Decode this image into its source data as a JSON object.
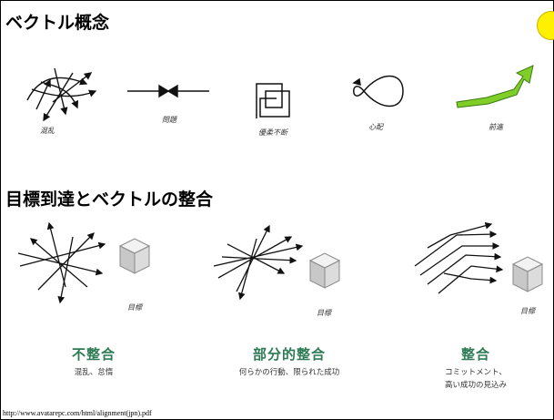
{
  "titles": {
    "vector_concept": "ベクトル概念",
    "alignment": "目標到達とベクトルの整合"
  },
  "top_labels": [
    "混乱",
    "問題",
    "優柔不断",
    "心配",
    "前進"
  ],
  "goal_label": "目標",
  "outcomes": [
    {
      "title": "不整合",
      "desc_lines": [
        "混乱、怠惰"
      ]
    },
    {
      "title": "部分的整合",
      "desc_lines": [
        "何らかの行動、限られた成功"
      ]
    },
    {
      "title": "整合",
      "desc_lines": [
        "コミットメント、",
        "高い成功の見込み"
      ]
    }
  ],
  "source_url": "http://www.avatarepc.com/html/alignment(jpn).pdf",
  "colors": {
    "accent_green": "#2e7a55",
    "arrow_green": "#7fcf28",
    "corner_yellow": "#ffef00"
  }
}
